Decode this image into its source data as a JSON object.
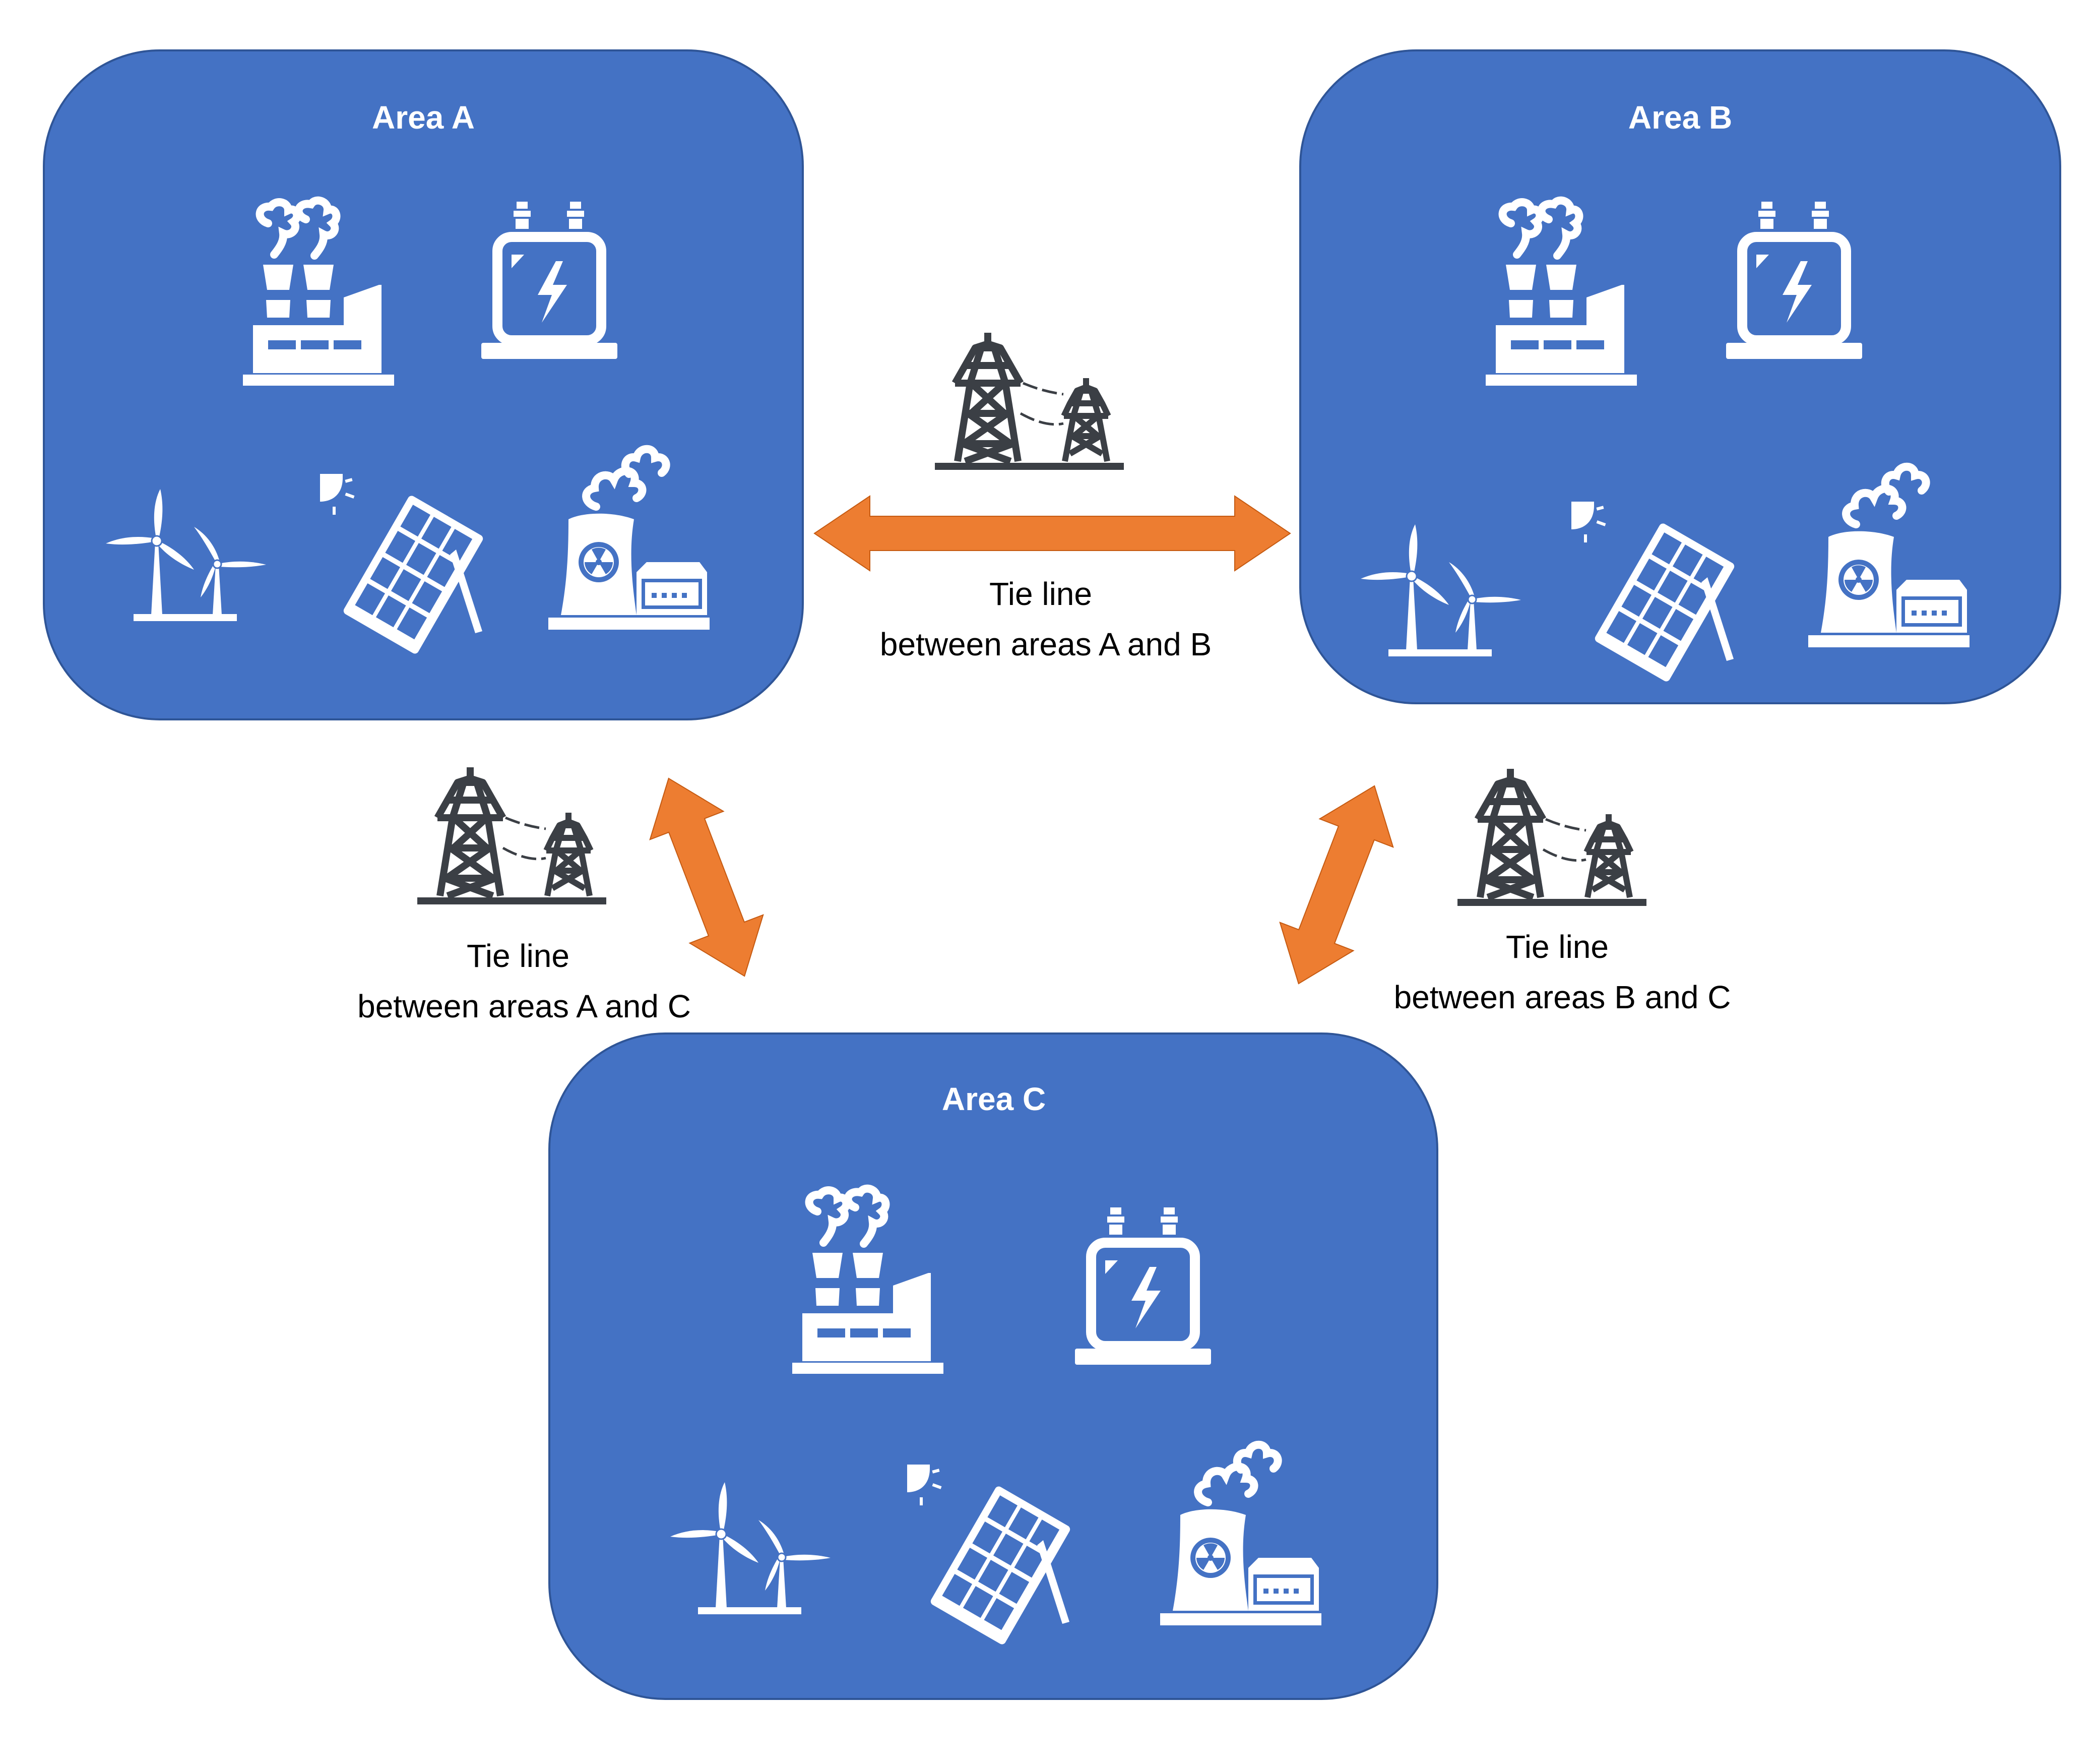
{
  "colors": {
    "area_fill": "#4472C4",
    "area_stroke": "#2F5597",
    "arrow": "#ED7D31",
    "icon_white": "#FFFFFF",
    "tower": "#3B3F45"
  },
  "areas": [
    {
      "id": "a",
      "title": "Area A"
    },
    {
      "id": "b",
      "title": "Area B"
    },
    {
      "id": "c",
      "title": "Area C"
    }
  ],
  "area_icons": [
    "factory-icon",
    "transformer-icon",
    "wind-turbine-icon",
    "solar-panel-icon",
    "nuclear-plant-icon"
  ],
  "tie_lines": [
    {
      "id": "ab",
      "line1": "Tie line",
      "line2": "between areas A and B",
      "icon": "transmission-tower-icon"
    },
    {
      "id": "ac",
      "line1": "Tie line",
      "line2": "between areas A and C",
      "icon": "transmission-tower-icon"
    },
    {
      "id": "bc",
      "line1": "Tie line",
      "line2": "between areas B and C",
      "icon": "transmission-tower-icon"
    }
  ]
}
